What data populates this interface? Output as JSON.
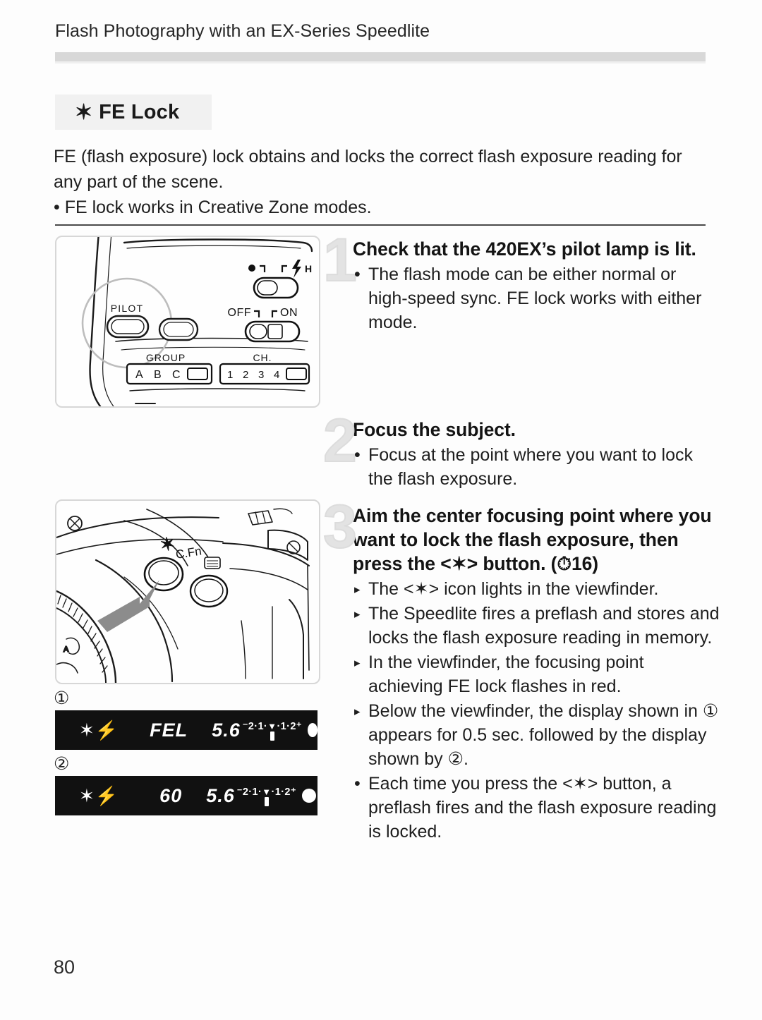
{
  "running_head": "Flash Photography with an EX-Series Speedlite",
  "section": {
    "icon": "fe-lock-star-icon",
    "star_glyph": "✶",
    "title": "FE Lock"
  },
  "intro": {
    "paragraph": "FE (flash exposure) lock obtains and locks the correct flash exposure reading for any part of the scene.",
    "bullet": "• FE lock works in Creative Zone modes."
  },
  "steps": [
    {
      "number": "1",
      "heading": "Check that the 420EX’s pilot lamp is lit.",
      "bullets": [
        {
          "marker": "•",
          "marker_type": "dot",
          "text": "The flash mode can be either normal or high-speed sync. FE lock works with either mode."
        }
      ]
    },
    {
      "number": "2",
      "heading": "Focus the subject.",
      "bullets": [
        {
          "marker": "•",
          "marker_type": "dot",
          "text": "Focus at the point where you want to lock the flash exposure."
        }
      ]
    },
    {
      "number": "3",
      "heading_part1": "Aim the center focusing point where you want to lock the flash exposure, then press the <",
      "heading_star": "✶",
      "heading_part2": "> button. (",
      "heading_timer_icon": "⏱",
      "heading_page_ref": "16",
      "heading_part3": ")",
      "bullets": [
        {
          "marker": "▸",
          "marker_type": "triangle",
          "text_before": "The <",
          "star": "✶",
          "text_after": "> icon lights in the viewfinder."
        },
        {
          "marker": "▸",
          "marker_type": "triangle",
          "text": "The Speedlite fires a preflash and stores and locks the flash exposure reading in memory."
        },
        {
          "marker": "▸",
          "marker_type": "triangle",
          "text": "In the viewfinder, the focusing point achieving FE lock flashes in red."
        },
        {
          "marker": "▸",
          "marker_type": "triangle",
          "text_before": "Below the viewfinder, the display shown in ",
          "ref1": "①",
          "text_mid": " appears for 0.5 sec. followed by the display shown by ",
          "ref2": "②",
          "text_after": "."
        },
        {
          "marker": "•",
          "marker_type": "dot",
          "text_before": "Each time you press the <",
          "star": "✶",
          "text_after": "> button, a preflash fires and the flash exposure reading is locked."
        }
      ]
    }
  ],
  "figures": {
    "speedlite": {
      "name": "speedlite-control-panel-illustration",
      "labels": {
        "pilot": "PILOT",
        "sync_normal": "●",
        "sync_highspeed": "H",
        "power_off": "OFF",
        "power_on": "ON",
        "group": "GROUP",
        "group_options": [
          "A",
          "B",
          "C"
        ],
        "channel": "CH.",
        "channel_options": [
          "1",
          "2",
          "3",
          "4"
        ]
      }
    },
    "camera": {
      "name": "camera-top-plate-illustration",
      "labels": {
        "button_star": "✶",
        "button_cfn": "C.Fn"
      }
    }
  },
  "viewfinder_displays": [
    {
      "ref": "①",
      "ref_name": "display-1",
      "star": "✶",
      "bolt": "⚡",
      "main": "FEL",
      "aperture": "5.6",
      "scale_left": "⁻2·1·",
      "scale_center": "▼",
      "scale_right": "·1·2⁺",
      "dot": "●"
    },
    {
      "ref": "②",
      "ref_name": "display-2",
      "star": "✶",
      "bolt": "⚡",
      "main": "60",
      "aperture": "5.6",
      "scale_left": "⁻2·1·",
      "scale_center": "▼",
      "scale_right": "·1·2⁺",
      "dot": "●"
    }
  ],
  "page_number": "80"
}
